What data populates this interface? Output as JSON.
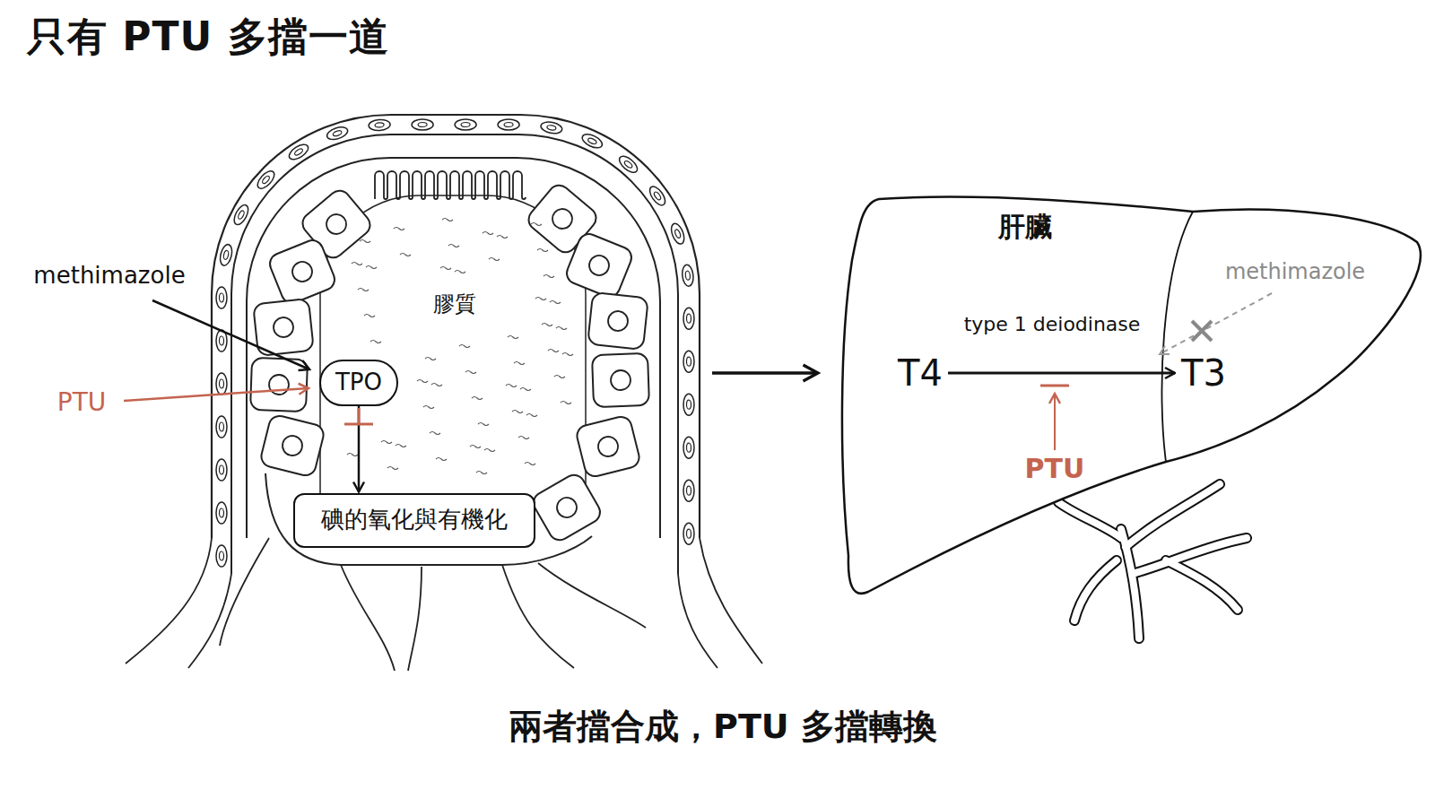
{
  "diagram": {
    "title": "只有 PTU 多擋一道",
    "caption": "兩者擋合成，PTU 多擋轉換",
    "nodes": [
      {
        "text": [
          "膠質"
        ]
      },
      {
        "text": [
          "TPO"
        ],
        "in": 0
      },
      {
        "text": [
          "碘的氧化與有機化"
        ],
        "in": 0
      },
      {
        "text": [
          "肝臟"
        ]
      },
      {
        "text": [
          "T4"
        ],
        "in": 3
      },
      {
        "text": [
          "T3"
        ],
        "in": 3
      }
    ],
    "edges": [
      {
        "from": 1,
        "to": 2,
        "arrow": "to"
      },
      {
        "from": 0,
        "to": 3,
        "arrow": "to"
      },
      {
        "from": 4,
        "to": 5,
        "arrow": "to"
      }
    ],
    "labels": [
      "methimazole",
      "PTU",
      "type 1 deiodinase",
      "methimazole",
      "PTU"
    ]
  }
}
